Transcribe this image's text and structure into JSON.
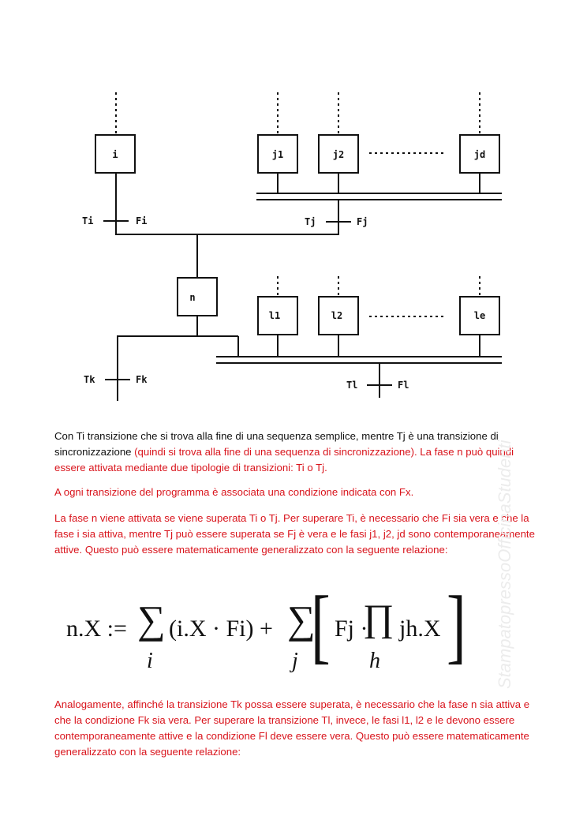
{
  "diagram": {
    "steps": {
      "i": "i",
      "j1": "j1",
      "j2": "j2",
      "jd": "jd",
      "n": "n",
      "l1": "l1",
      "l2": "l2",
      "le": "le"
    },
    "transitions": {
      "ti": "Ti",
      "fi": "Fi",
      "tj": "Tj",
      "fj": "Fj",
      "tk": "Tk",
      "fk": "Fk",
      "tl": "Tl",
      "fl": "Fl"
    }
  },
  "text": {
    "p1_black": "Con Ti transizione che si trova alla fine di una sequenza semplice, mentre Tj è una transizione di sincronizzazione",
    "p1_red": " (quindi si trova alla fine di una sequenza di sincronizzazione). La fase n può quindi essere attivata mediante due tipologie di transizioni: Ti o Tj.",
    "p2": "A ogni transizione del programma è associata una condizione indicata con Fx.",
    "p3": "La fase n viene attivata se viene superata Ti o Tj. Per superare Ti, è necessario che Fi sia vera e che la fase i sia attiva, mentre Tj può essere superata se Fj è vera e le fasi j1, j2, jd sono contemporaneamente attive. Questo può essere matematicamente generalizzato con la seguente relazione:",
    "p4": "Analogamente, affinché la transizione Tk possa essere superata, è necessario che la fase n sia attiva e che la condizione Fk sia vera. Per superare la transizione Tl, invece, le fasi l1, l2 e le devono essere contemporaneamente attive e la condizione Fl deve essere vera. Questo può essere matematicamente generalizzato con la seguente relazione:"
  },
  "formula": {
    "lhs": "n.X :=",
    "sum": "∑",
    "sub_i": "i",
    "term1": "(i.X · Fi) +",
    "sub_j": "j",
    "lbracket": "[",
    "fj": "Fj ·",
    "prod": "∏",
    "sub_h": "h",
    "jh": "jh.X",
    "rbracket": "]"
  },
  "watermark": "StampatopressoOfficinaStudenti"
}
